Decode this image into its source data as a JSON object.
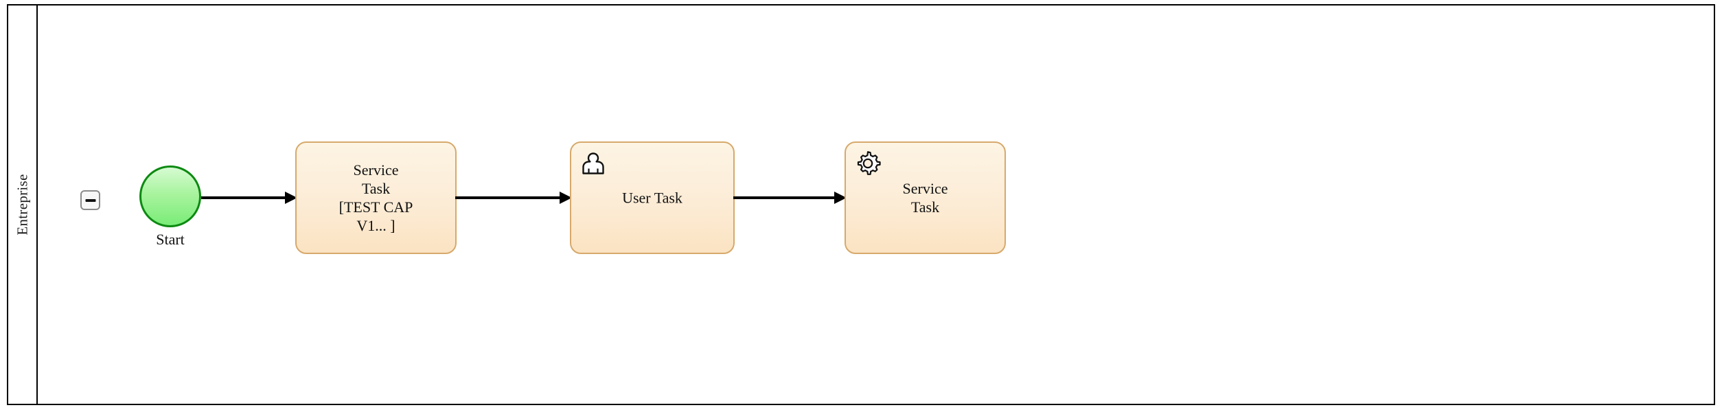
{
  "diagram": {
    "type": "bpmn-process",
    "pool": {
      "lane": {
        "name": "Entreprise",
        "collapse_toggle": {
          "icon": "minus-icon",
          "state": "expanded"
        }
      }
    },
    "nodes": [
      {
        "id": "start",
        "kind": "start-event",
        "label": "Start",
        "fill": "#a6f39c",
        "stroke": "#0d8a12"
      },
      {
        "id": "task-1",
        "kind": "service-task",
        "label": "Service\nTask\n[TEST CAP\nV1... ]",
        "icon": null,
        "fill": "#fcecd6",
        "stroke": "#d6a96b"
      },
      {
        "id": "task-2",
        "kind": "user-task",
        "label": "User Task",
        "icon": "user-icon",
        "fill": "#fcecd6",
        "stroke": "#d6a96b"
      },
      {
        "id": "task-3",
        "kind": "service-task",
        "label": "Service\nTask",
        "icon": "gear-icon",
        "fill": "#fcecd6",
        "stroke": "#d6a96b"
      }
    ],
    "connectors": [
      {
        "id": "flow-1",
        "from": "start",
        "to": "task-1",
        "style": "sequence-flow"
      },
      {
        "id": "flow-2",
        "from": "task-1",
        "to": "task-2",
        "style": "sequence-flow"
      },
      {
        "id": "flow-3",
        "from": "task-2",
        "to": "task-3",
        "style": "sequence-flow"
      }
    ]
  }
}
